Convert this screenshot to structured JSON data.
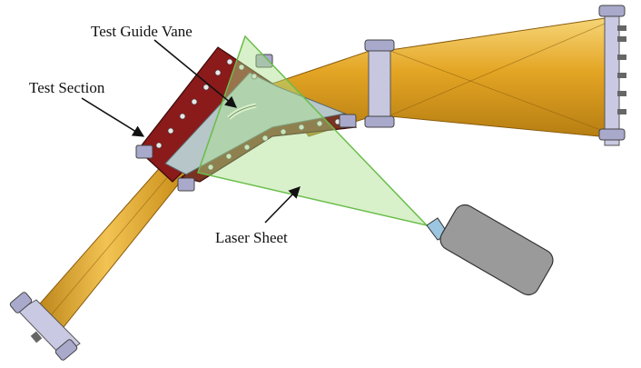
{
  "labels": {
    "test_guide_vane": "Test Guide Vane",
    "test_section": "Test Section",
    "laser_sheet": "Laser Sheet"
  },
  "colors": {
    "duct_gold": "#e0a020",
    "duct_light": "#f3c75a",
    "duct_dark": "#b07b10",
    "test_section_red": "#8b1a1a",
    "test_section_brown": "#7a3320",
    "channel_gray": "#b7c6c9",
    "laser_green": "#a8e08a",
    "camera_gray": "#9a9a9a",
    "flange_lavender": "#b8b8d8"
  },
  "icons": {
    "camera": "camera-icon",
    "flange": "flange-icon",
    "arrow": "leader-arrow"
  }
}
